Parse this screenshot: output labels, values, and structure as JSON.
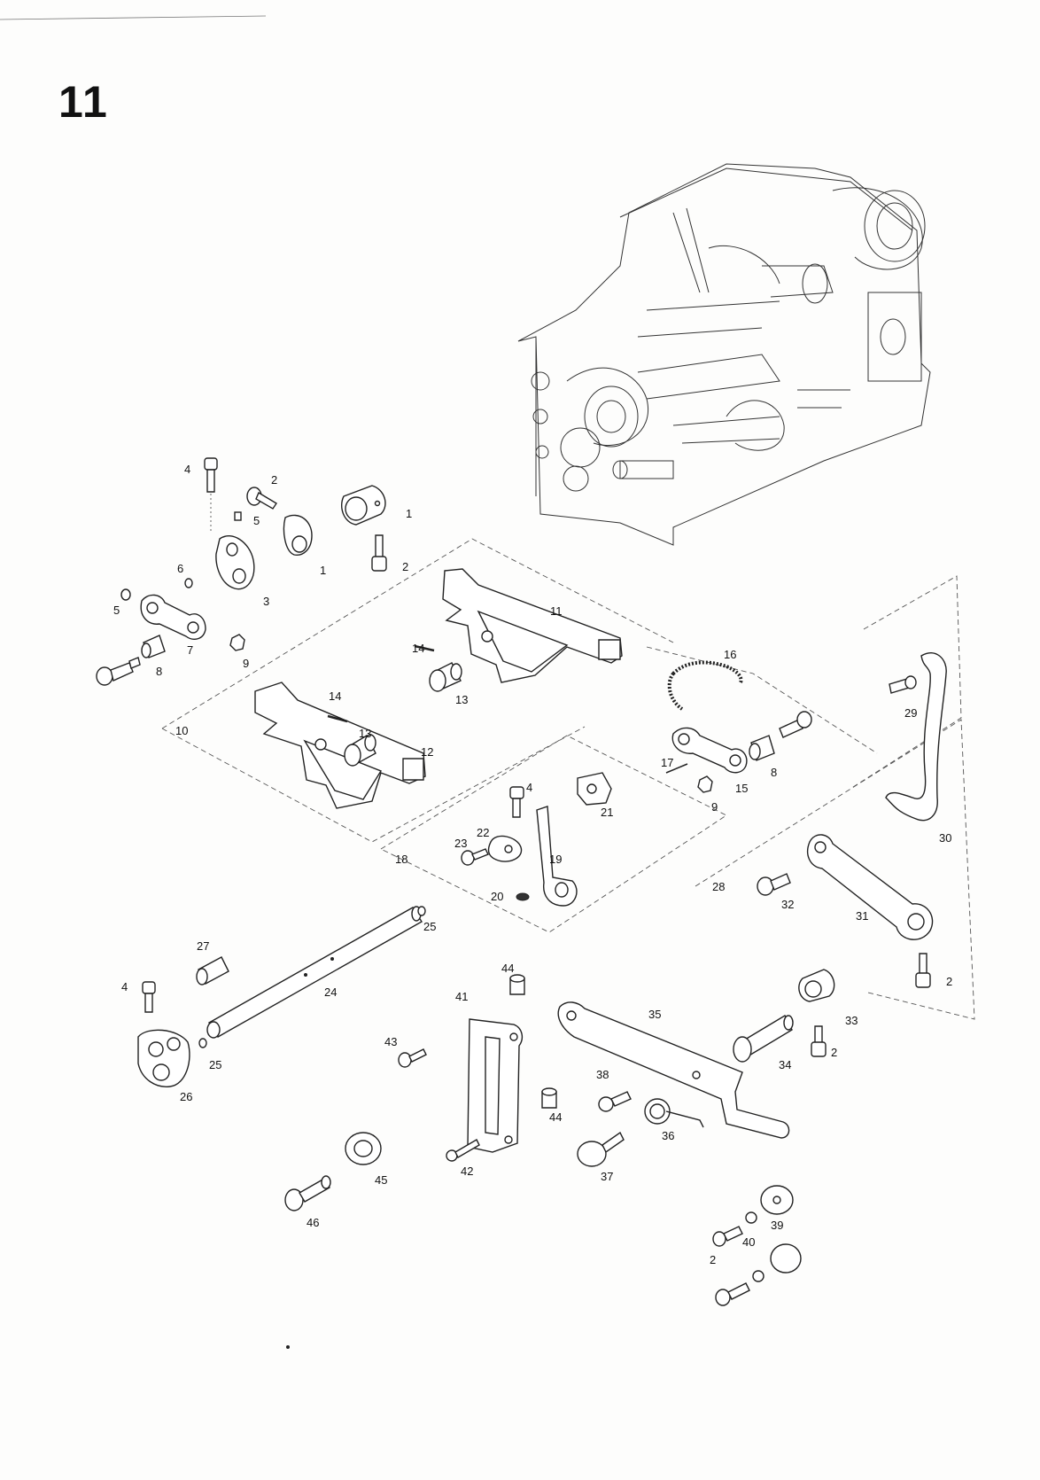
{
  "page": {
    "number": "11"
  },
  "labels": [
    "1",
    "2",
    "3",
    "4",
    "5",
    "6",
    "7",
    "8",
    "9",
    "10",
    "11",
    "12",
    "13",
    "14",
    "15",
    "16",
    "17",
    "18",
    "19",
    "20",
    "21",
    "22",
    "23",
    "24",
    "25",
    "26",
    "27",
    "28",
    "29",
    "30",
    "31",
    "32",
    "33",
    "34",
    "35",
    "36",
    "37",
    "38",
    "39",
    "40",
    "41",
    "42",
    "43",
    "44",
    "45",
    "46"
  ]
}
